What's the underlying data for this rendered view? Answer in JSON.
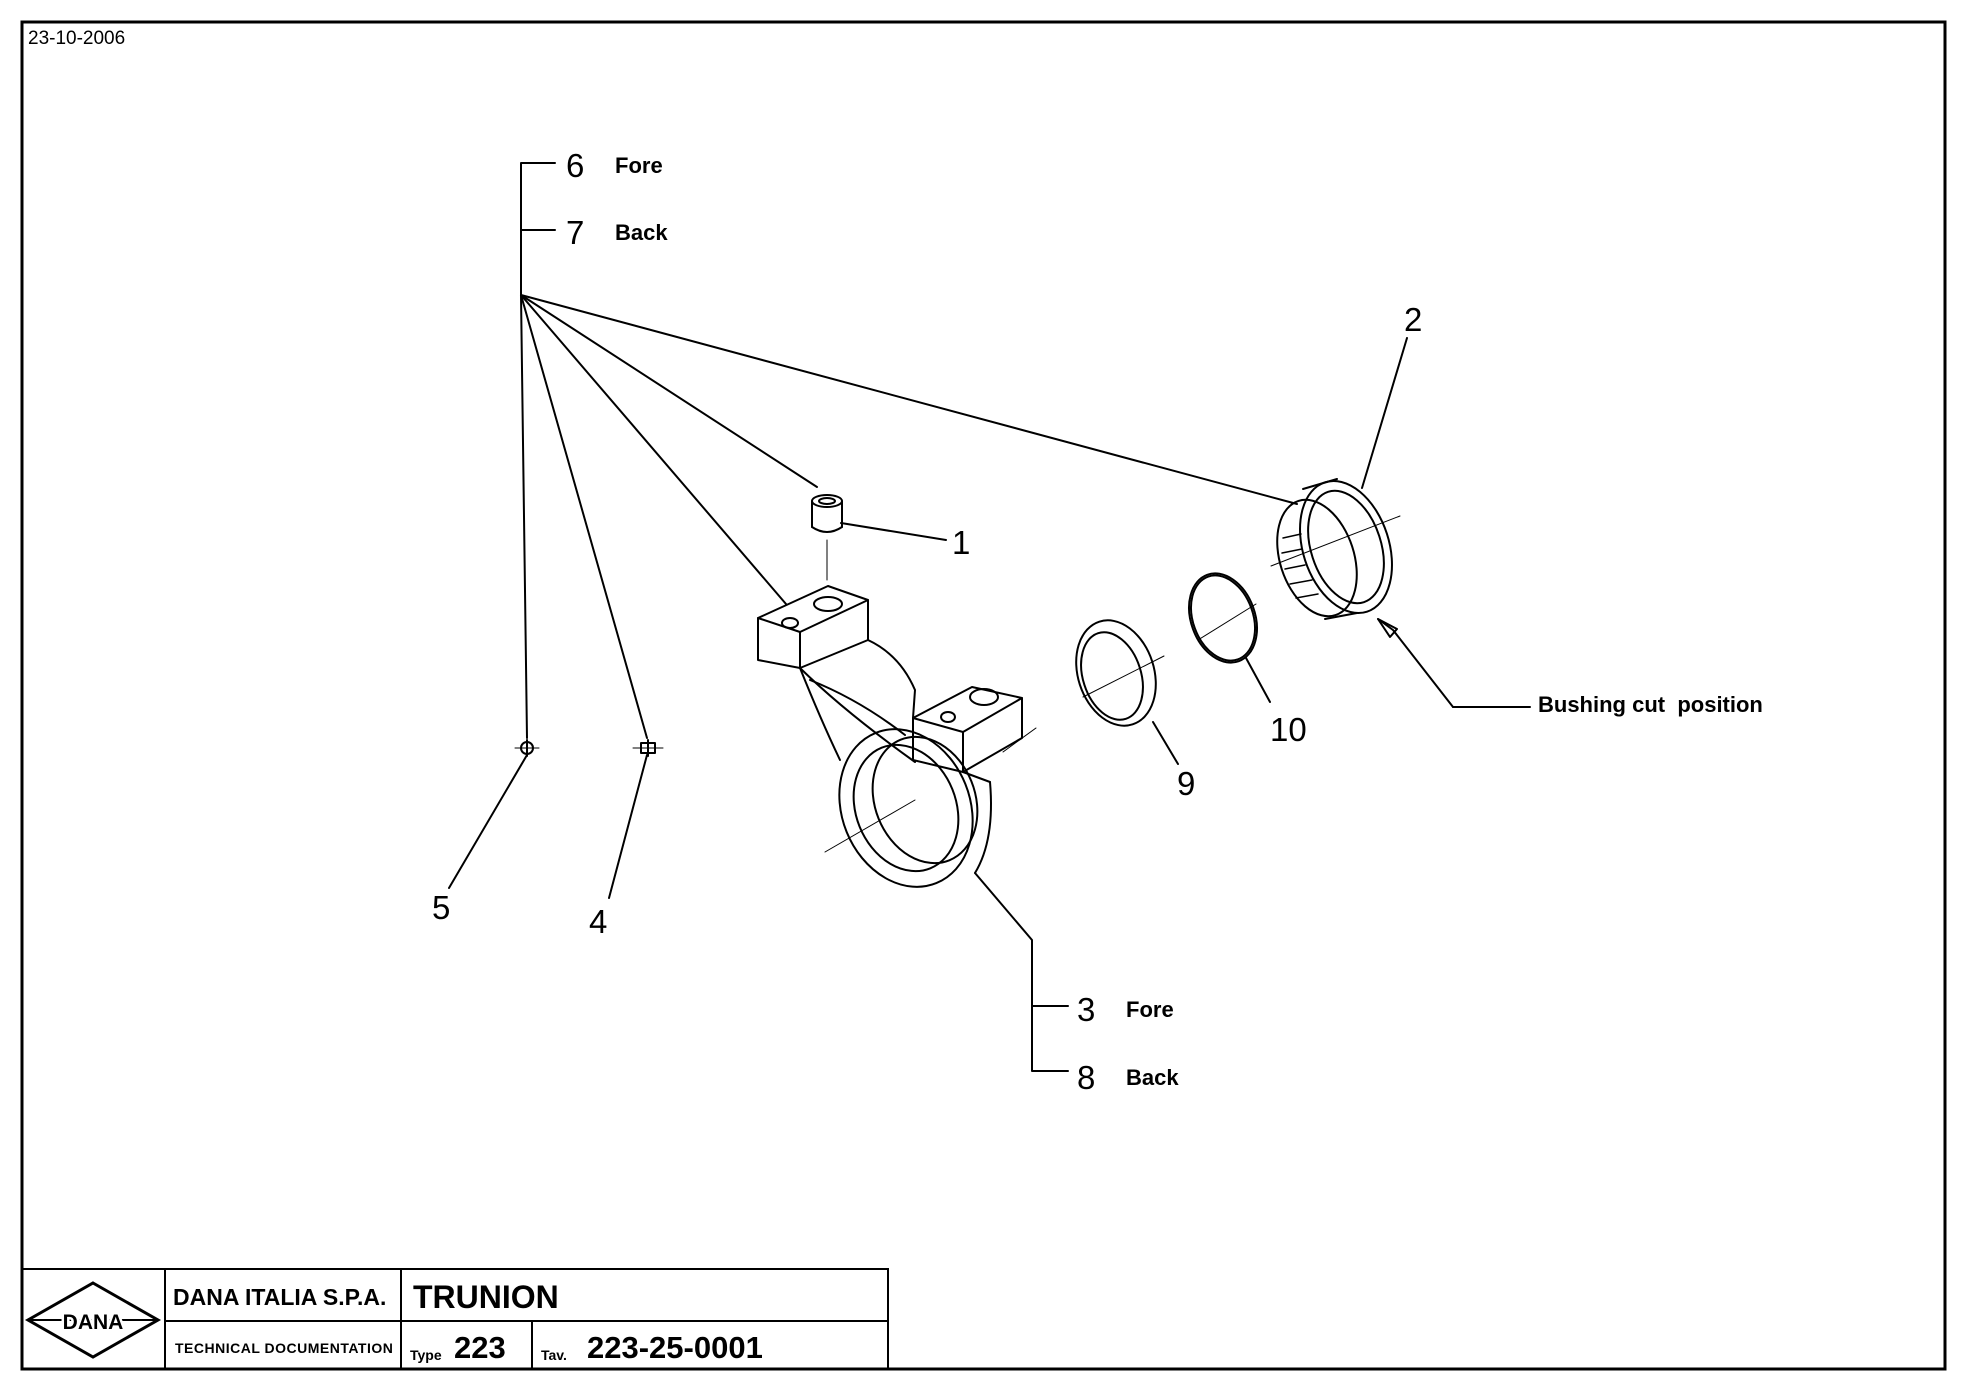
{
  "header": {
    "date": "23-10-2006"
  },
  "callouts": [
    {
      "id": "1",
      "label": "1"
    },
    {
      "id": "2",
      "label": "2"
    },
    {
      "id": "3",
      "label": "3",
      "note": "Fore"
    },
    {
      "id": "4",
      "label": "4"
    },
    {
      "id": "5",
      "label": "5"
    },
    {
      "id": "6",
      "label": "6",
      "note": "Fore"
    },
    {
      "id": "7",
      "label": "7",
      "note": "Back"
    },
    {
      "id": "8",
      "label": "8",
      "note": "Back"
    },
    {
      "id": "9",
      "label": "9"
    },
    {
      "id": "10",
      "label": "10"
    }
  ],
  "annotations": {
    "bushing_cut": "Bushing cut  position"
  },
  "title_block": {
    "logo_text": "DANA",
    "company": "DANA ITALIA S.P.A.",
    "title": "TRUNION",
    "tech_doc": "TECHNICAL  DOCUMENTATION",
    "type_label": "Type",
    "type_value": "223",
    "tav_label": "Tav.",
    "tav_value": "223-25-0001"
  }
}
